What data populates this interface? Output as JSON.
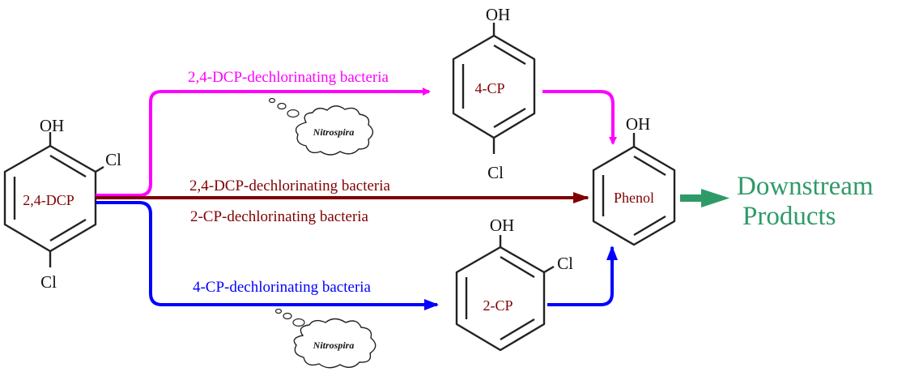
{
  "compounds": {
    "dcp": {
      "name": "2,4-DCP",
      "oh": "OH",
      "cl_ortho": "Cl",
      "cl_para": "Cl"
    },
    "cp4": {
      "name": "4-CP",
      "oh": "OH",
      "cl_para": "Cl"
    },
    "cp2": {
      "name": "2-CP",
      "oh": "OH",
      "cl_ortho": "Cl"
    },
    "phenol": {
      "name": "Phenol",
      "oh": "OH"
    }
  },
  "pathways": {
    "top": {
      "label": "2,4-DCP-dechlorinating bacteria",
      "color": "#ff00ff"
    },
    "middle": {
      "label_1": "2,4-DCP-dechlorinating bacteria",
      "label_2": "2-CP-dechlorinating bacteria",
      "color": "#800000"
    },
    "bottom": {
      "label": "4-CP-dechlorinating bacteria",
      "color": "#0000ff"
    }
  },
  "thought_bubbles": {
    "top": "Nitrospira",
    "bottom": "Nitrospira"
  },
  "downstream": {
    "line1": "Downstream",
    "line2": "Products",
    "color": "#2e9a68"
  }
}
